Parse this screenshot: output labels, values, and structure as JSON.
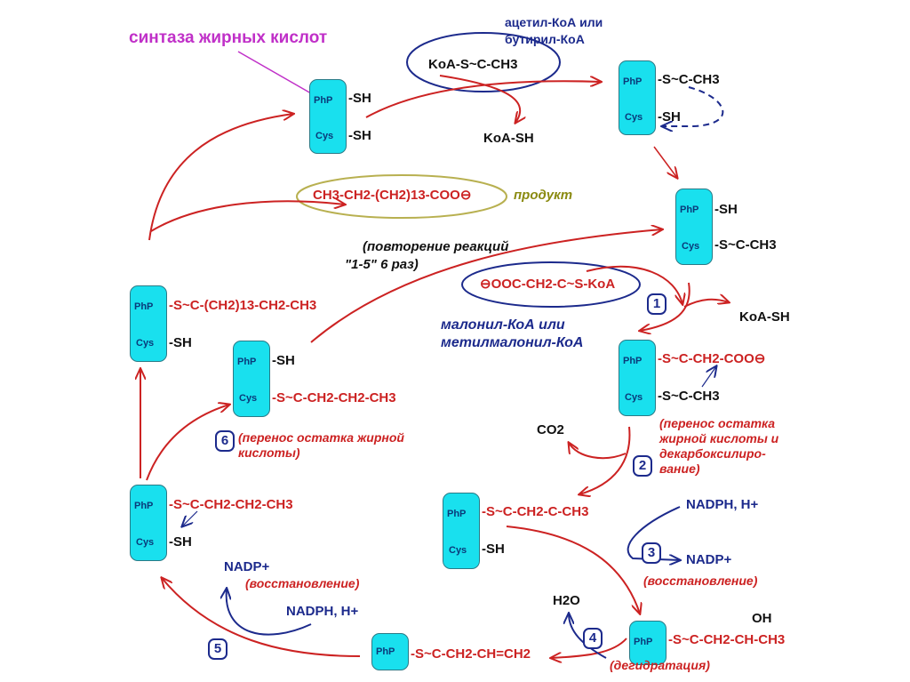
{
  "title": "синтаза жирных кислот",
  "enzyme_parts": {
    "php": "PhP",
    "cys": "Cys"
  },
  "labels": {
    "acetyl_coa": "ацетил-КоА или",
    "butyryl_coa": "бутирил-КоА",
    "koa_sh_top": "KoA-SH",
    "koa_sh_right": "KoA-SH",
    "product": "продукт",
    "repeat_line1": "(повторение реакций",
    "repeat_line2": "\"1-5\" 6 раз)",
    "malonyl_line1": "малонил-КоА или",
    "malonyl_line2": "метилмалонил-КоА",
    "co2": "CO2",
    "h2o": "H2O",
    "nadph_3": "NADPH, H+",
    "nadp_3": "NADP+",
    "nadph_5": "NADPH, H+",
    "nadp_5": "NADP+"
  },
  "steps": [
    {
      "number": "1",
      "note": ""
    },
    {
      "number": "2",
      "note": [
        "(перенос остатка",
        "жирной кислоты и",
        "декарбоксилиро-",
        "вание)"
      ]
    },
    {
      "number": "3",
      "note": [
        "(восстановление)"
      ]
    },
    {
      "number": "4",
      "note": [
        "(дегидратация)"
      ]
    },
    {
      "number": "5",
      "note": [
        "(восстановление)"
      ]
    },
    {
      "number": "6",
      "note": [
        "(перенос остатка жирной",
        "кислоты)"
      ]
    }
  ],
  "formulas": {
    "acetyl_koa": "KoA-S~C-CH3",
    "product": "CH3-CH2-(CH2)13-COO⊖",
    "malonyl_koa": "⊖OOC-CH2-C~S-KoA",
    "complex_free": {
      "php": "-SH",
      "cys": "-SH"
    },
    "complex_acetyl_php": {
      "php": "-S~C-CH3",
      "cys": "-SH"
    },
    "complex_acetyl_cys": {
      "php": "-SH",
      "cys": "-S~C-CH3"
    },
    "complex_malonyl": {
      "php": "-S~C-CH2-COO⊖",
      "cys": "-S~C-CH3"
    },
    "complex_acetoacetyl": {
      "php": "-S~C-CH2-C-CH3",
      "cys": "-SH"
    },
    "complex_hydroxy": {
      "php": "-S~C-CH2-CH-CH3",
      "oh": "OH"
    },
    "complex_enoyl": {
      "php": "-S~C-CH2-CH=CH2"
    },
    "complex_butyryl_php": {
      "php": "-S~C-CH2-CH2-CH3",
      "cys": "-SH"
    },
    "complex_butyryl_cys": {
      "php": "-SH",
      "cys": "-S~C-CH2-CH2-CH3"
    },
    "complex_palmitoyl": {
      "php": "-S~C-(CH2)13-CH2-CH3",
      "cys": "-SH"
    }
  },
  "colors": {
    "enzyme_box": "#19e0ee",
    "arrow_red": "#cc2222",
    "arrow_blue": "#1c2a8c",
    "title": "#c030c8",
    "product_label": "#8a8a10"
  }
}
